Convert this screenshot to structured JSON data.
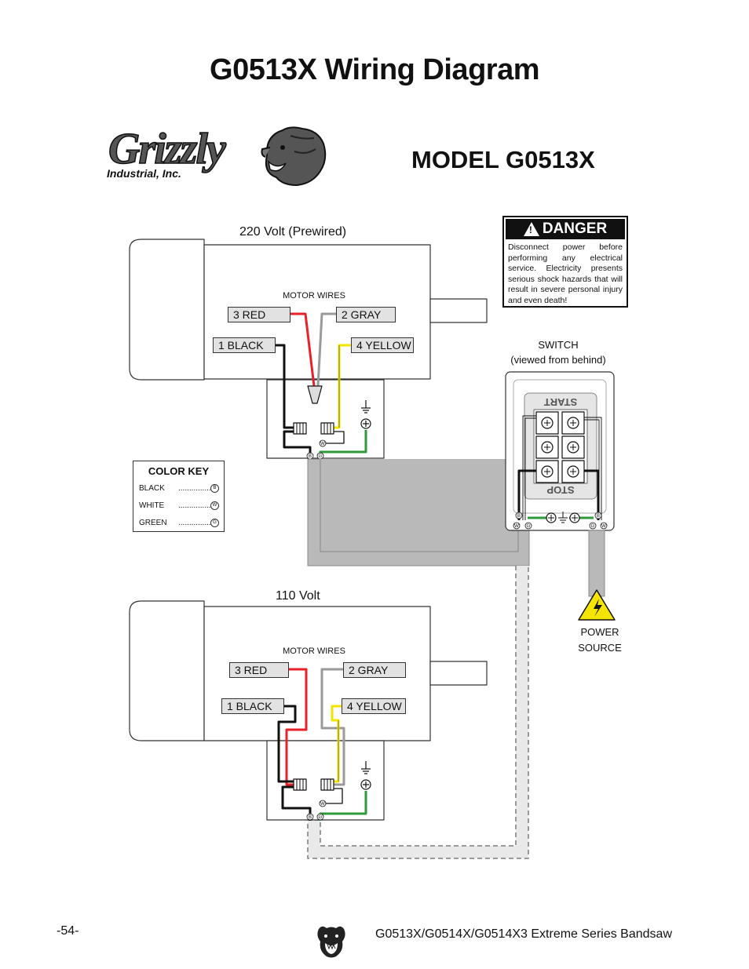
{
  "title": "G0513X Wiring Diagram",
  "logo": {
    "word": "Grizzly",
    "sub": "Industrial, Inc."
  },
  "model": "MODEL G0513X",
  "danger": {
    "heading": "DANGER",
    "text": "Disconnect power before performing any electrical service. Electricity presents serious shock hazards that will result in severe personal injury and even death!"
  },
  "motor_220": {
    "label": "220 Volt (Prewired)",
    "motor_wires": "MOTOR WIRES",
    "wires": [
      "3 RED",
      "2 GRAY",
      "1 BLACK",
      "4 YELLOW"
    ]
  },
  "motor_110": {
    "label": "110 Volt",
    "motor_wires": "MOTOR WIRES",
    "wires": [
      "3 RED",
      "2 GRAY",
      "1 BLACK",
      "4 YELLOW"
    ]
  },
  "switch": {
    "label": "SWITCH",
    "sublabel": "(viewed from behind)",
    "start": "START",
    "stop": "STOP"
  },
  "power": {
    "line1": "POWER",
    "line2": "SOURCE"
  },
  "color_key": {
    "title": "COLOR KEY",
    "rows": [
      {
        "name": "BLACK",
        "dots": "...............",
        "letter": "B"
      },
      {
        "name": "WHITE",
        "dots": "...............",
        "letter": "W"
      },
      {
        "name": "GREEN",
        "dots": "...............",
        "letter": "G"
      }
    ]
  },
  "page_number": "-54-",
  "footer": "G0513X/G0514X/G0514X3 Extreme Series Bandsaw",
  "colors": {
    "red": "#e8202a",
    "black": "#111111",
    "yellow": "#f4e500",
    "gray": "#9a9a9a",
    "green": "#2e9a3a"
  }
}
